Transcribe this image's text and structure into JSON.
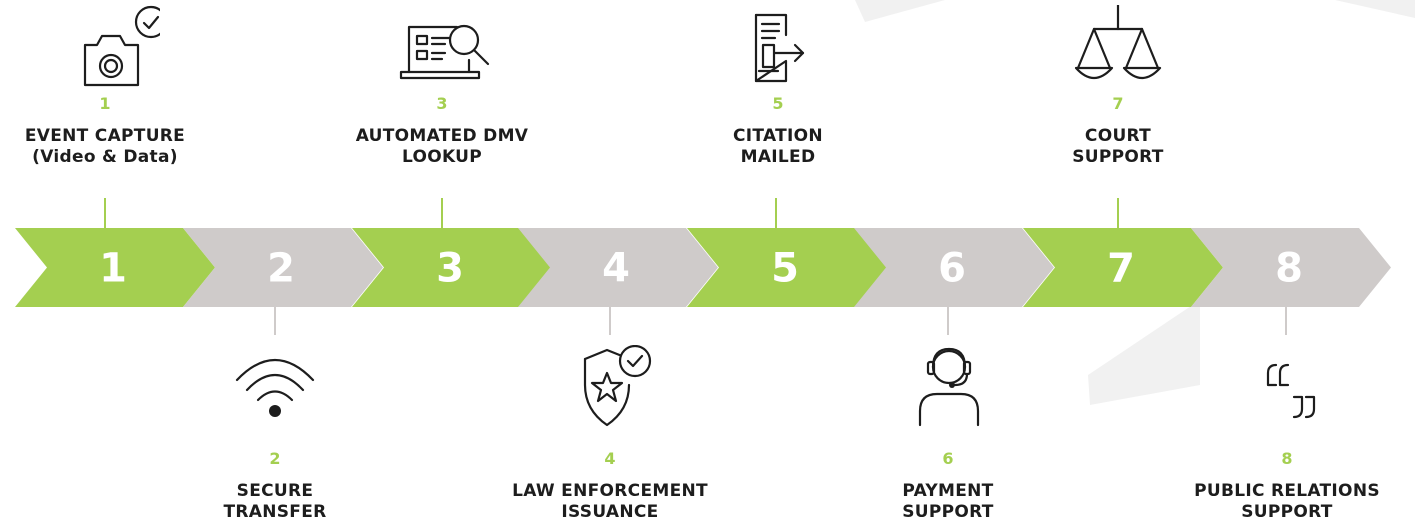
{
  "colors": {
    "green": "#a4cf50",
    "grey": "#cfcbca",
    "number_on_chevron": "#ffffff",
    "text": "#1d1d1d",
    "watermark": "#f1f1f1"
  },
  "chevron_numbers": [
    "1",
    "2",
    "3",
    "4",
    "5",
    "6",
    "7",
    "8"
  ],
  "steps": [
    {
      "num": "1",
      "line1": "EVENT CAPTURE",
      "line2": "(Video & Data)",
      "icon": "camera-check-icon",
      "position": "top",
      "color": "green"
    },
    {
      "num": "2",
      "line1": "SECURE",
      "line2": "TRANSFER",
      "icon": "wifi-icon",
      "position": "bottom",
      "color": "grey"
    },
    {
      "num": "3",
      "line1": "AUTOMATED DMV",
      "line2": "LOOKUP",
      "icon": "laptop-search-icon",
      "position": "top",
      "color": "green"
    },
    {
      "num": "4",
      "line1": "LAW ENFORCEMENT",
      "line2": "ISSUANCE",
      "icon": "shield-star-check-icon",
      "position": "bottom",
      "color": "grey"
    },
    {
      "num": "5",
      "line1": "CITATION",
      "line2": "MAILED",
      "icon": "document-send-icon",
      "position": "top",
      "color": "green"
    },
    {
      "num": "6",
      "line1": "PAYMENT",
      "line2": "SUPPORT",
      "icon": "headset-agent-icon",
      "position": "bottom",
      "color": "grey"
    },
    {
      "num": "7",
      "line1": "COURT",
      "line2": "SUPPORT",
      "icon": "scales-icon",
      "position": "top",
      "color": "green"
    },
    {
      "num": "8",
      "line1": "PUBLIC RELATIONS",
      "line2": "SUPPORT",
      "icon": "quote-marks-icon",
      "position": "bottom",
      "color": "grey"
    }
  ]
}
